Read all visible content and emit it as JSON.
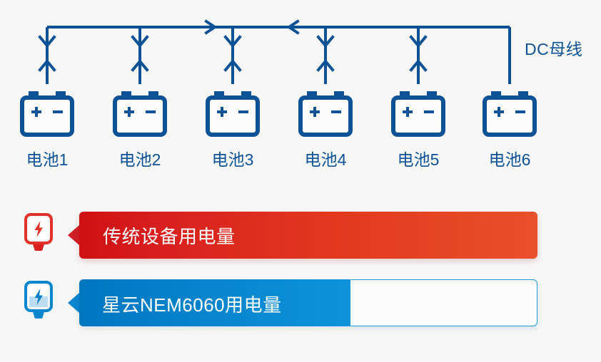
{
  "background_color": "#f7f7f7",
  "diagram": {
    "name": "dc-bus-battery-diagram",
    "line_color": "#0d5196",
    "bus_label": "DC母线",
    "batteries": [
      {
        "label": "电池1"
      },
      {
        "label": "电池2"
      },
      {
        "label": "电池3"
      },
      {
        "label": "电池4"
      },
      {
        "label": "电池5"
      },
      {
        "label": "电池6"
      }
    ],
    "terminal_plus": "+",
    "terminal_minus": "−"
  },
  "comparison": {
    "bars": [
      {
        "id": "legacy",
        "icon": "power-device-icon",
        "label": "传统设备用电量",
        "fill_percent": 100,
        "color_start": "#cf1013",
        "color_end": "#e8502b"
      },
      {
        "id": "nem6060",
        "icon": "power-device-icon",
        "label": "星云NEM6060用电量",
        "fill_percent": 59,
        "color_start": "#0077c0",
        "color_end": "#0e93da",
        "track_border": "#1f9bd8"
      }
    ]
  }
}
